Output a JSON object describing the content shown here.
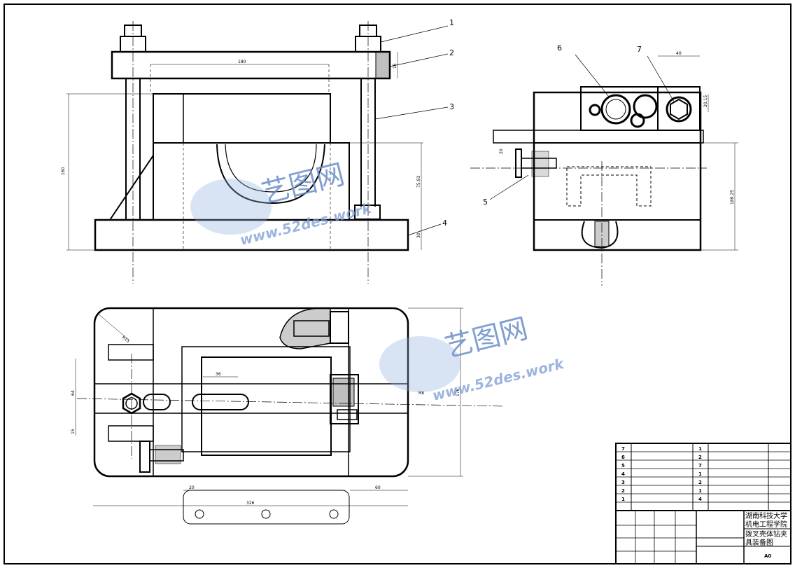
{
  "drawing": {
    "part_labels": [
      "1",
      "2",
      "3",
      "4",
      "5",
      "6",
      "7"
    ],
    "dimensions": {
      "front_width_top": "180",
      "front_height_total": "160",
      "front_h1": "75.93",
      "front_h2": "15",
      "front_h3": "30",
      "side_w": "40",
      "side_h": "20.15",
      "side_height": "189.25",
      "side_small": "20",
      "plan_radius": "R15",
      "plan_w1": "36",
      "plan_r2": "R8",
      "plan_height": "176",
      "plan_h1": "64",
      "plan_h2": "15",
      "plan_bottom": "326",
      "plan_b1": "20",
      "plan_b2": "60"
    }
  },
  "watermark": {
    "brand": "艺图网",
    "url": "www.52des.work"
  },
  "title_block": {
    "parts_rows": [
      {
        "no": "7",
        "qty": "1"
      },
      {
        "no": "6",
        "qty": "2"
      },
      {
        "no": "5",
        "qty": "7"
      },
      {
        "no": "4",
        "qty": "1"
      },
      {
        "no": "3",
        "qty": "2"
      },
      {
        "no": "2",
        "qty": "1"
      },
      {
        "no": "1",
        "qty": "4"
      }
    ],
    "school_line1": "湖南科技大学",
    "school_line2": "机电工程学院",
    "title_line1": "拨叉壳体钻夹",
    "title_line2": "具装备图",
    "sheet_size": "A0"
  }
}
